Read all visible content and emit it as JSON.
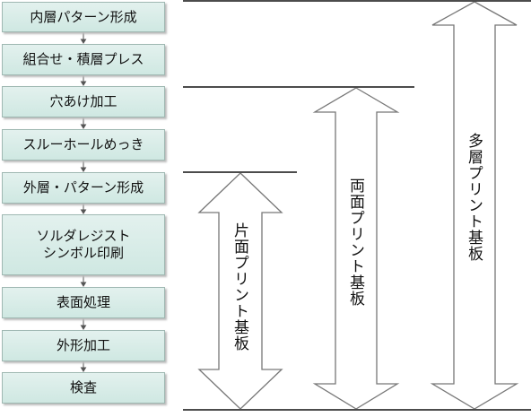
{
  "steps": [
    {
      "label": "内層パターン形成"
    },
    {
      "label": "組合せ・積層プレス"
    },
    {
      "label": "穴あけ加工"
    },
    {
      "label": "スルーホールめっき"
    },
    {
      "label": "外層・パターン形成"
    },
    {
      "label": "ソルダレジスト\nシンボル印刷"
    },
    {
      "label": "表面処理"
    },
    {
      "label": "外形加工"
    },
    {
      "label": "検査"
    }
  ],
  "board_types": [
    {
      "label": "片面プリント基板"
    },
    {
      "label": "両面プリント基板"
    },
    {
      "label": "多層プリント基板"
    }
  ]
}
